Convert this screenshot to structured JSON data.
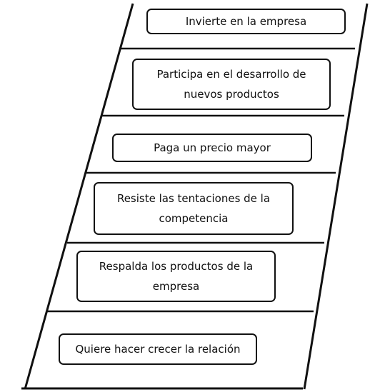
{
  "diagram": {
    "steps": [
      {
        "label": "Invierte en la empresa"
      },
      {
        "label": "Participa en el desarrollo de nuevos productos"
      },
      {
        "label": "Paga un precio mayor"
      },
      {
        "label": "Resiste las tentaciones de la competencia"
      },
      {
        "label": "Respalda los productos de la empresa"
      },
      {
        "label": "Quiere hacer crecer la relación"
      }
    ]
  }
}
